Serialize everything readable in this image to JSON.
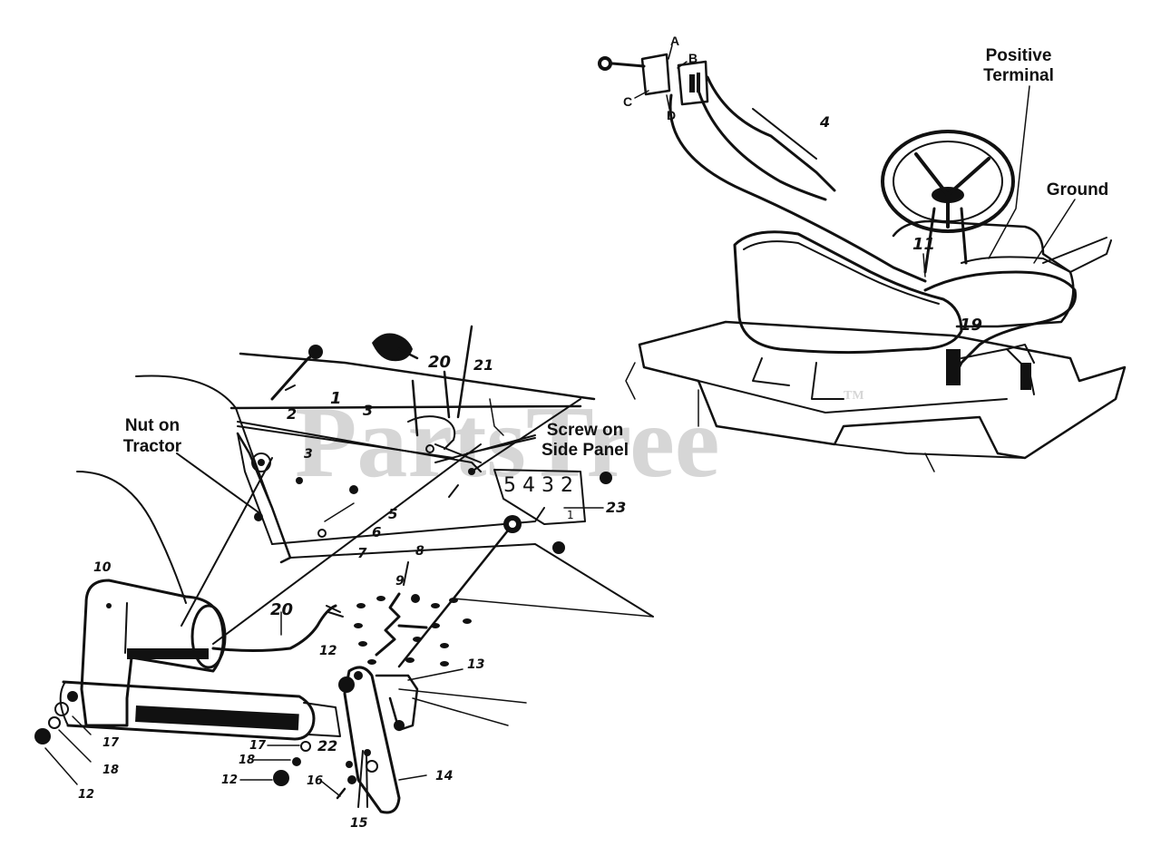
{
  "watermark": {
    "text": "PartsTree",
    "tm": "TM"
  },
  "callouts": {
    "positive_terminal_line1": "Positive",
    "positive_terminal_line2": "Terminal",
    "ground": "Ground",
    "nut_on_tractor_line1": "Nut on",
    "nut_on_tractor_line2": "Tractor",
    "screw_line1": "Screw on",
    "screw_line2": "Side Panel"
  },
  "connector_letters": {
    "a": "A",
    "b": "B",
    "c": "C",
    "d": "D"
  },
  "part_numbers": {
    "p1": "1",
    "p2": "2",
    "p3": "3",
    "p3b": "3",
    "p4": "4",
    "p5": "5",
    "p6": "6",
    "p7": "7",
    "p8": "8",
    "p9": "9",
    "p10": "10",
    "p11": "11",
    "p12a": "12",
    "p12b": "12",
    "p12c": "12",
    "p13": "13",
    "p14": "14",
    "p15": "15",
    "p16": "16",
    "p17a": "17",
    "p17b": "17",
    "p18a": "18",
    "p18b": "18",
    "p19": "19",
    "p20a": "20",
    "p20b": "20",
    "p21": "21",
    "p22": "22",
    "p23": "23"
  },
  "gear_plate": {
    "numbers": "5 4 3 2",
    "last": "1"
  }
}
